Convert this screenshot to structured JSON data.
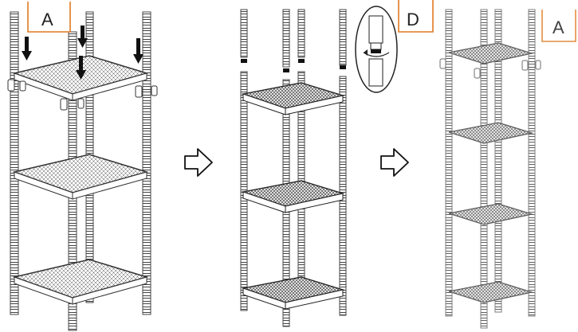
{
  "labels": {
    "step1_part": "A",
    "step2_part": "D",
    "step3_part": "A"
  },
  "colors": {
    "label_border": "#e07a1f",
    "line": "#333333",
    "arrow": "#111111"
  },
  "icons": {
    "step_arrow": "arrow-right-outline-icon",
    "push_arrow": "arrow-down-solid-icon",
    "connect_detail": "rotate-connect-icon"
  }
}
